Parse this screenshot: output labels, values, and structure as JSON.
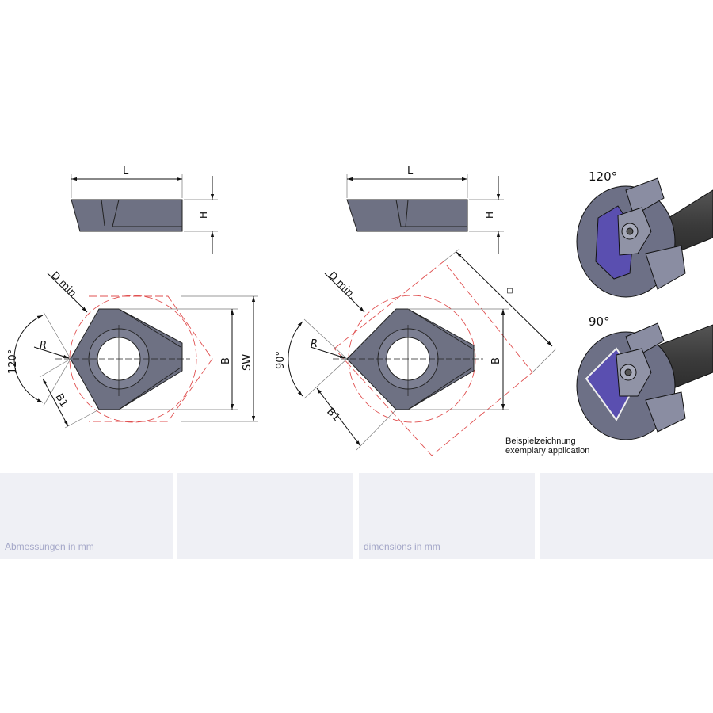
{
  "diagram_left": {
    "length_label": "L",
    "height_label": "H",
    "dmin_label": "D min.",
    "radius_label": "R",
    "angle_label": "120°",
    "b1_label": "B1",
    "b_label": "B",
    "sw_label": "SW"
  },
  "diagram_middle": {
    "length_label": "L",
    "height_label": "H",
    "dmin_label": "D min.",
    "radius_label": "R",
    "angle_label": "90°",
    "b1_label": "B1",
    "b_label": "B",
    "square_symbol": "◇"
  },
  "applications": {
    "top_angle": "120°",
    "bottom_angle": "90°",
    "caption_de": "Beispielzeichnung",
    "caption_en": "exemplary application"
  },
  "panels": [
    {
      "label": "Abmessungen in mm"
    },
    {
      "label": ""
    },
    {
      "label": "dimensions in mm"
    },
    {
      "label": ""
    }
  ],
  "colors": {
    "insert": "#6e7183",
    "construction": "#e05050",
    "panel": "#eff0f5",
    "panel_text": "#a4a7c8",
    "pocket": "#5a4fb0"
  }
}
